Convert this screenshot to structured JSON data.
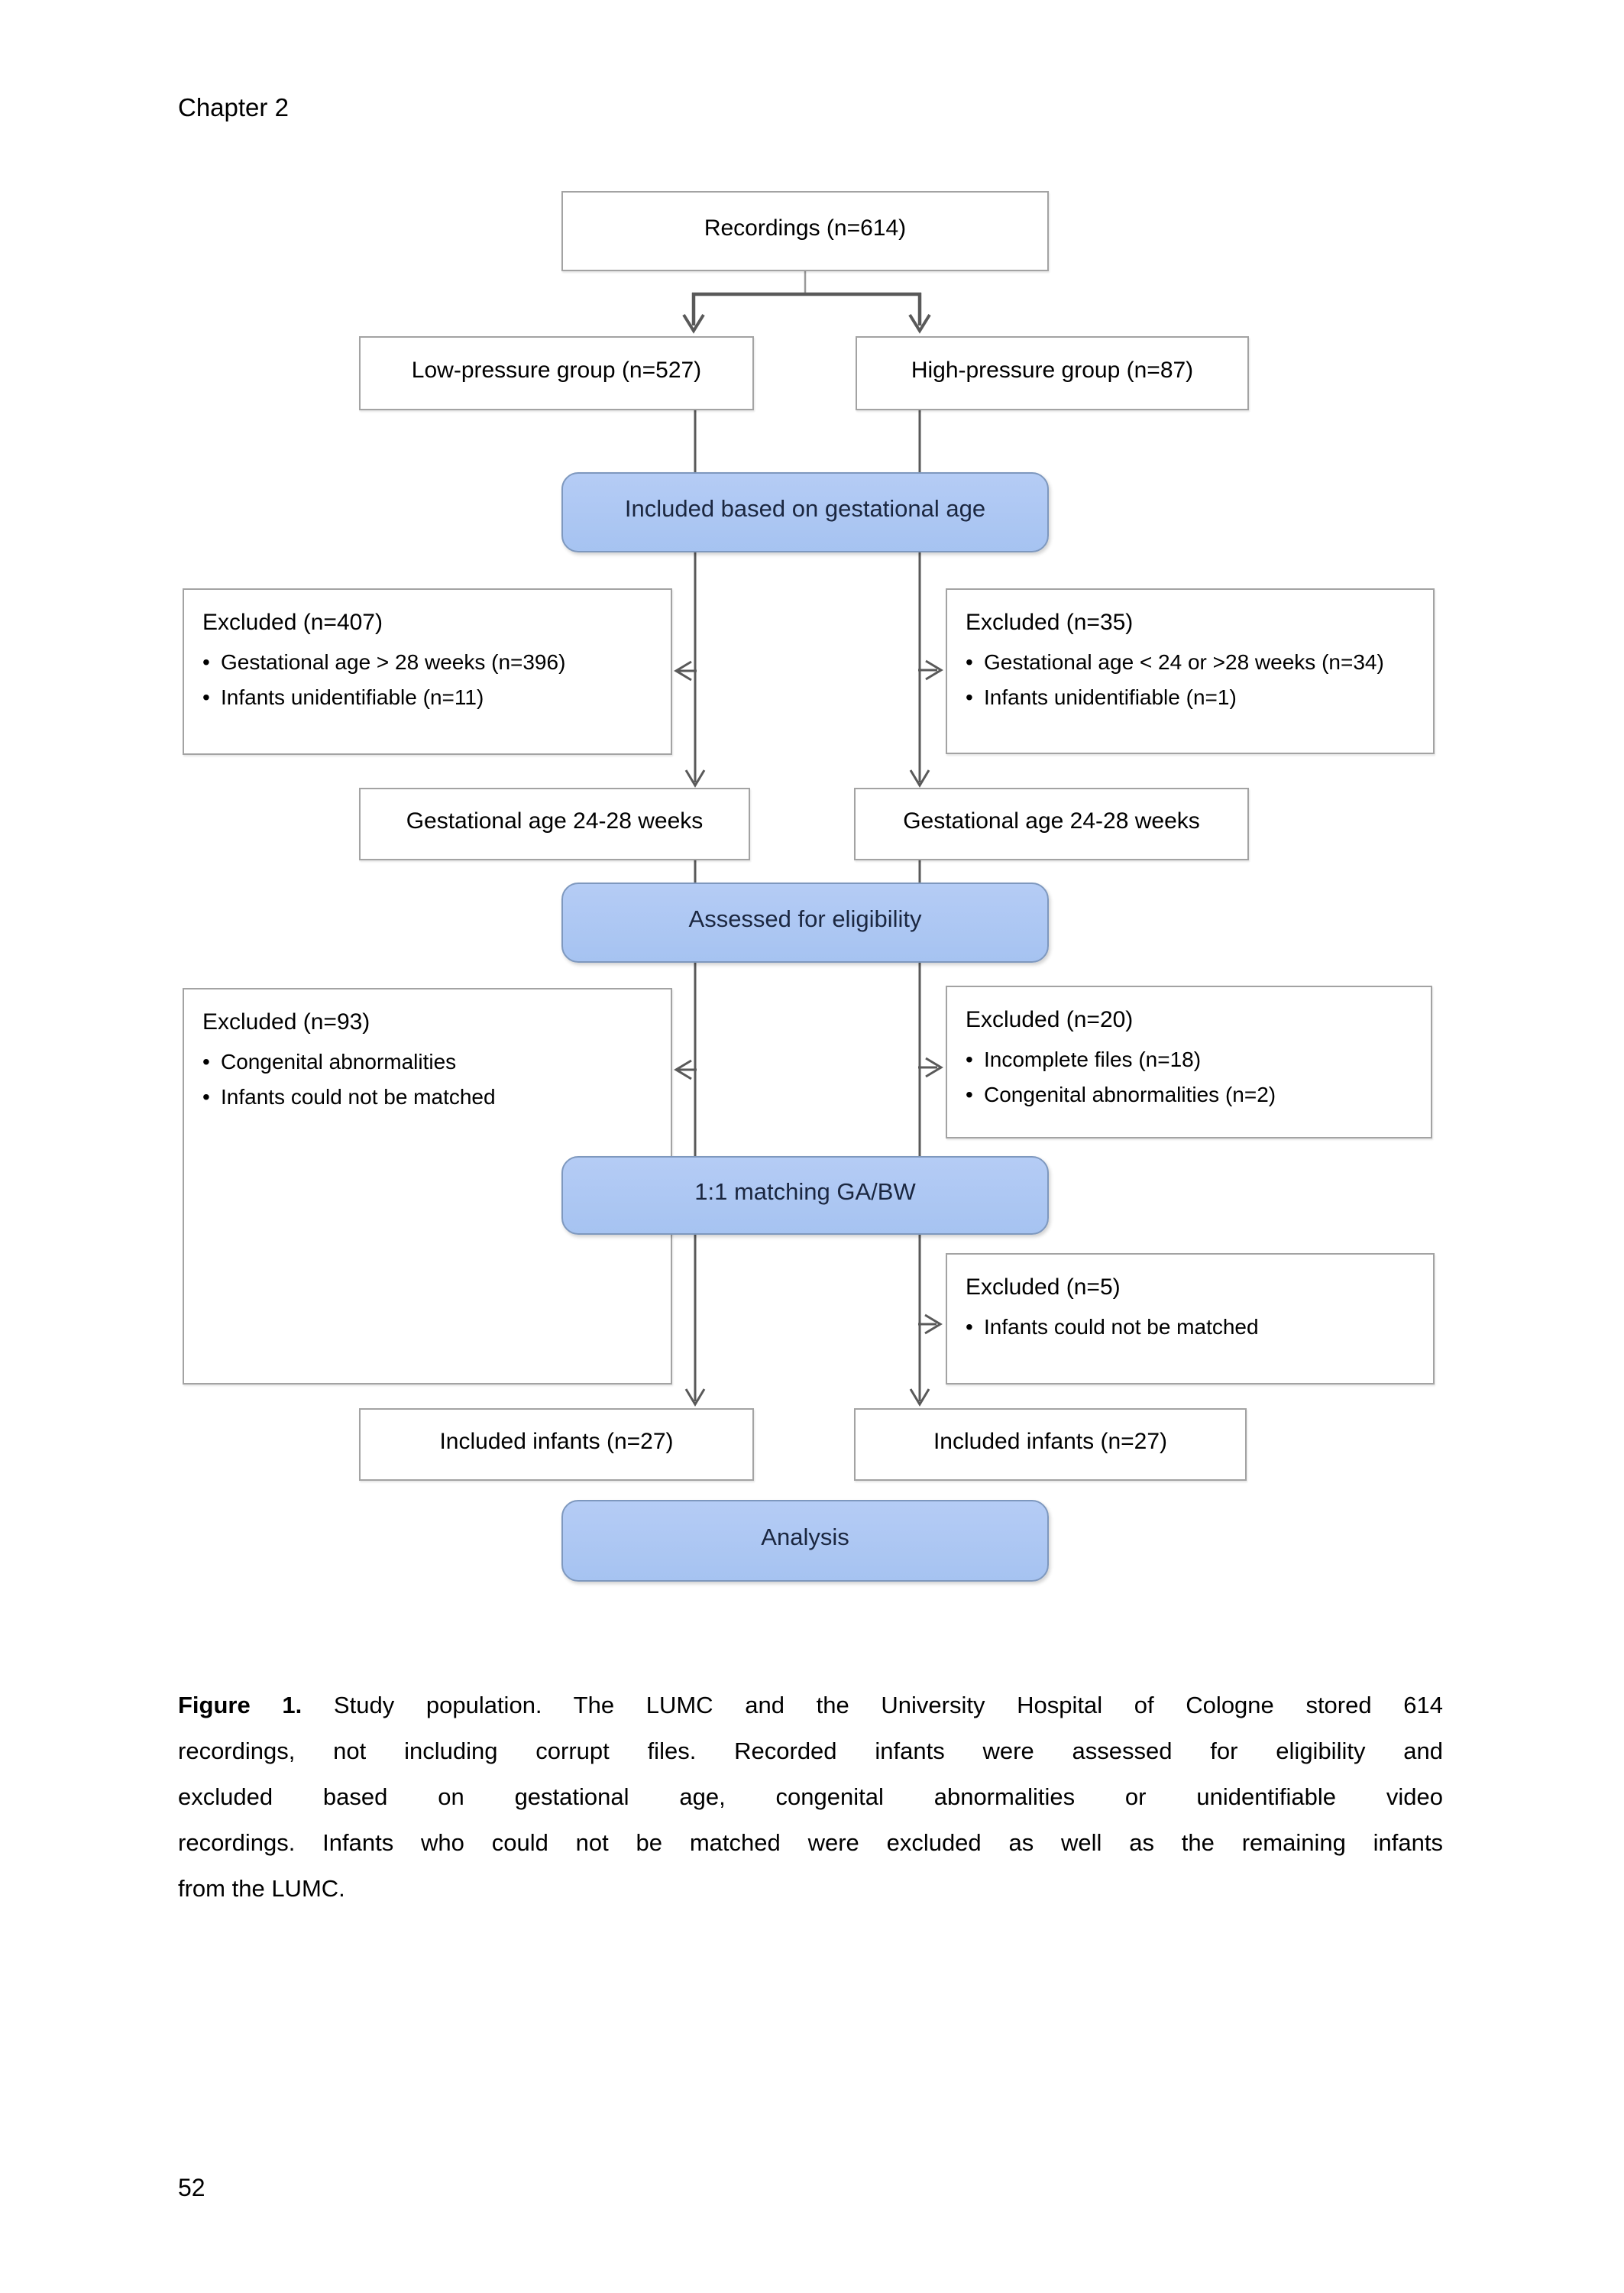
{
  "page": {
    "header": "Chapter 2",
    "page_number": "52"
  },
  "colors": {
    "node_fill": "#aac6f2",
    "node_border": "#7e98be",
    "node_text": "#1b2740",
    "box_border": "#a3a3a3",
    "connector": "#595959",
    "text": "#000000"
  },
  "flowchart": {
    "bullet_glyph": "•",
    "recordings": {
      "label": "Recordings (n=614)"
    },
    "low_group": {
      "label": "Low-pressure group (n=527)"
    },
    "high_group": {
      "label": "High-pressure group (n=87)"
    },
    "included_ga": {
      "label": "Included based on gestational age"
    },
    "excluded_low_1": {
      "title": "Excluded (n=407)",
      "bullets": [
        "Gestational age > 28 weeks  (n=396)",
        "Infants unidentifiable (n=11)"
      ]
    },
    "excluded_high_1": {
      "title": "Excluded (n=35)",
      "bullets": [
        "Gestational age < 24 or >28 weeks (n=34)",
        "Infants unidentifiable (n=1)"
      ]
    },
    "ga_low": {
      "label": "Gestational age 24-28 weeks"
    },
    "ga_high": {
      "label": "Gestational age 24-28 weeks"
    },
    "assessed": {
      "label": "Assessed for eligibility"
    },
    "excluded_low_2": {
      "title": "Excluded (n=93)",
      "bullets": [
        "Congenital abnormalities",
        "Infants could not be matched"
      ]
    },
    "excluded_high_2": {
      "title": "Excluded (n=20)",
      "bullets": [
        "Incomplete files (n=18)",
        "Congenital abnormalities (n=2)"
      ]
    },
    "matching": {
      "label": "1:1 matching GA/BW"
    },
    "excluded_high_3": {
      "title": "Excluded (n=5)",
      "bullets": [
        "Infants could not be matched"
      ]
    },
    "included_low": {
      "label": "Included infants (n=27)"
    },
    "included_high": {
      "label": "Included infants (n=27)"
    },
    "analysis": {
      "label": "Analysis"
    }
  },
  "caption": {
    "figure_label": "Figure 1.",
    "line1_rest": "Study population. The LUMC and the University Hospital of Cologne stored 614",
    "lines": [
      "recordings, not including corrupt files. Recorded infants were assessed for eligibility and",
      "excluded based on gestational age, congenital abnormalities or unidentifiable video",
      "recordings. Infants who could not be matched were excluded as well as the remaining infants",
      "from the LUMC."
    ]
  }
}
